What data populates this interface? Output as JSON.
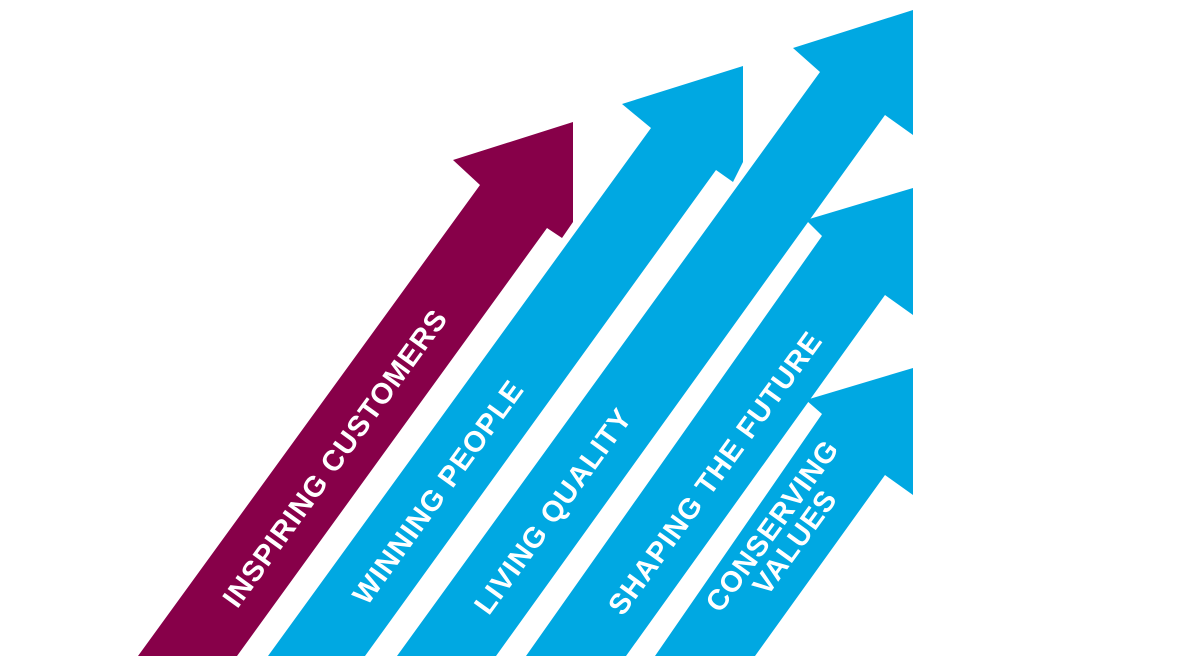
{
  "colors": {
    "primary": "#870049",
    "secondary": "#00a8e2",
    "text": "#ffffff"
  },
  "arrows": [
    {
      "label": "INSPIRING CUSTOMERS",
      "color_key": "primary"
    },
    {
      "label": "WINNING PEOPLE",
      "color_key": "secondary"
    },
    {
      "label": "LIVING QUALITY",
      "color_key": "secondary"
    },
    {
      "label": "SHAPING THE FUTURE",
      "color_key": "secondary"
    },
    {
      "label": "CONSERVING",
      "label_line2": "VALUES",
      "color_key": "secondary"
    }
  ]
}
